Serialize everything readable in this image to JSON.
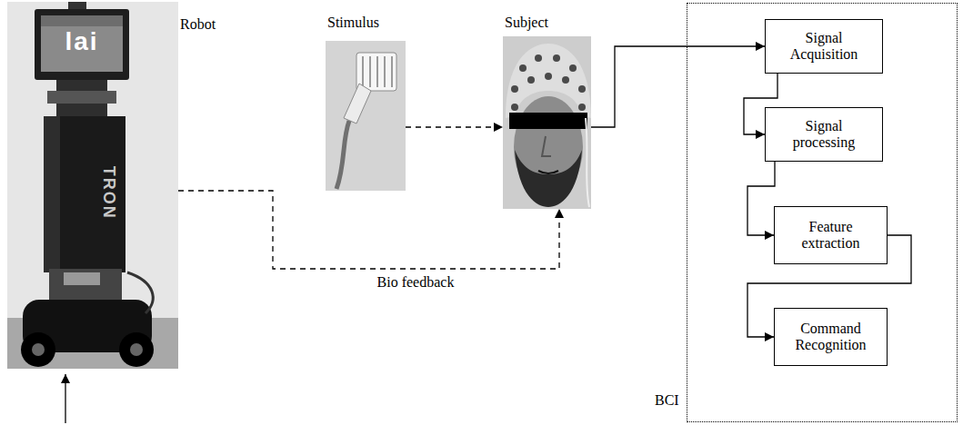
{
  "diagram": {
    "nodes": [
      {
        "text": [
          "Robot"
        ]
      },
      {
        "text": [
          "Stimulus"
        ]
      },
      {
        "text": [
          "Subject"
        ]
      },
      {
        "text": [
          "BCI"
        ]
      },
      {
        "text": [
          "Signal Acquisition"
        ],
        "in": 3
      },
      {
        "text": [
          "Signal processing"
        ],
        "in": 3
      },
      {
        "text": [
          "Feature extraction"
        ],
        "in": 3
      },
      {
        "text": [
          "Command Recognition"
        ],
        "in": 3
      }
    ],
    "edges": [
      {
        "from": 1,
        "to": 2,
        "arrow": "to"
      },
      {
        "from": 0,
        "to": 2,
        "label": "Bio feedback",
        "arrow": "to"
      },
      {
        "from": 2,
        "to": 4,
        "arrow": "to"
      },
      {
        "from": 4,
        "to": 5,
        "arrow": "to"
      },
      {
        "from": 5,
        "to": 6,
        "arrow": "to"
      },
      {
        "from": 6,
        "to": 7,
        "arrow": "to"
      }
    ],
    "labels": [
      "lai",
      "TRON"
    ]
  }
}
